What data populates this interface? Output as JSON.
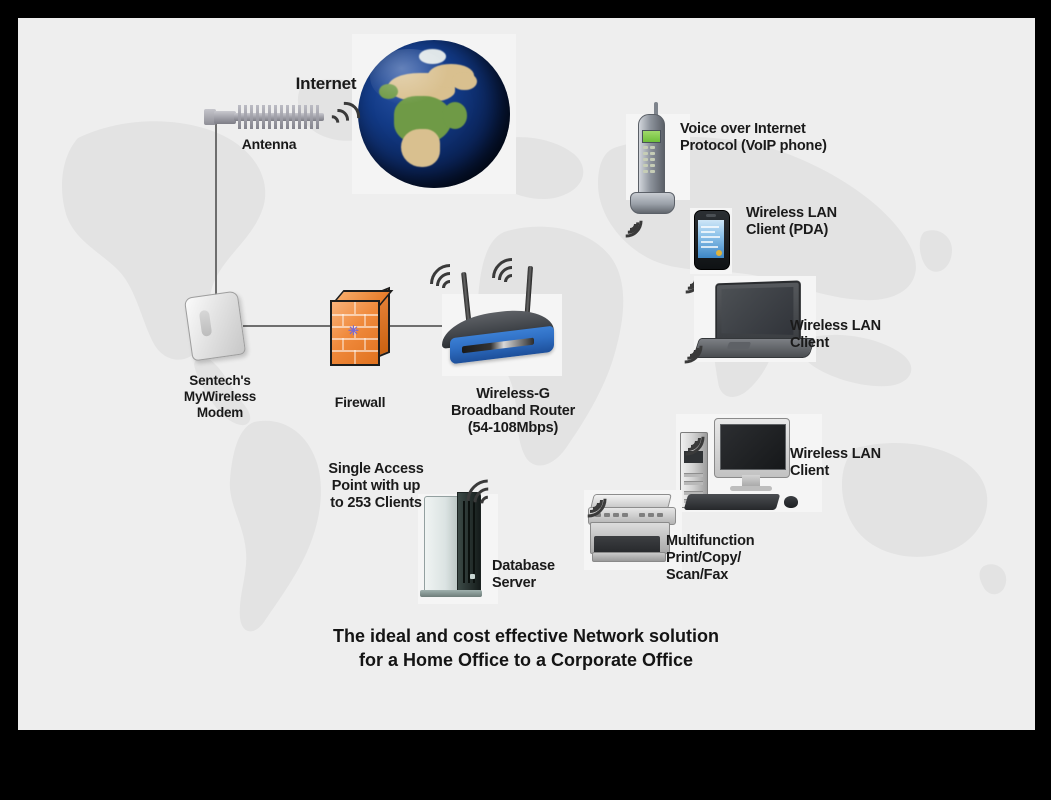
{
  "diagram": {
    "title": "Wireless Network Solution Diagram",
    "background_color": "#eeeeee",
    "border_color": "#000000",
    "caption": "The ideal and cost effective Network solution\nfor a Home Office to a Corporate Office",
    "accent_colors": {
      "firewall_orange": "#ef8a34",
      "router_blue": "#2f6fc4",
      "globe_blue": "#123a86",
      "globe_land_green": "#6f9a46",
      "wire_gray": "#6e6e6e",
      "text_black": "#1a1a1a"
    }
  },
  "labels": {
    "internet": "Internet",
    "antenna": "Antenna",
    "modem": "Sentech's\nMyWireless\nModem",
    "firewall": "Firewall",
    "router": "Wireless-G\nBroadband Router\n(54-108Mbps)",
    "voip": "Voice over Internet\nProtocol (VoIP phone)",
    "pda": "Wireless LAN\nClient (PDA)",
    "laptop": "Wireless LAN\nClient",
    "desktop": "Wireless LAN\nClient",
    "printer": "Multifunction\nPrint/Copy/\nScan/Fax",
    "server": "Database\nServer",
    "access_point": "Single Access\nPoint with up\nto 253 Clients"
  },
  "nodes": [
    {
      "id": "internet",
      "name": "globe",
      "label": "Internet"
    },
    {
      "id": "antenna",
      "name": "antenna",
      "label": "Antenna"
    },
    {
      "id": "modem",
      "name": "wireless-modem",
      "label": "Sentech's MyWireless Modem"
    },
    {
      "id": "firewall",
      "name": "firewall",
      "label": "Firewall"
    },
    {
      "id": "router",
      "name": "wireless-g-router",
      "label": "Wireless-G Broadband Router (54-108Mbps)"
    },
    {
      "id": "voip",
      "name": "voip-phone",
      "label": "Voice over Internet Protocol (VoIP phone)"
    },
    {
      "id": "pda",
      "name": "pda",
      "label": "Wireless LAN Client (PDA)"
    },
    {
      "id": "laptop",
      "name": "laptop",
      "label": "Wireless LAN Client"
    },
    {
      "id": "desktop",
      "name": "desktop-pc",
      "label": "Wireless LAN Client"
    },
    {
      "id": "printer",
      "name": "multifunction-printer",
      "label": "Multifunction Print/Copy/Scan/Fax"
    },
    {
      "id": "server",
      "name": "database-server",
      "label": "Database Server"
    }
  ],
  "notes": {
    "capacity": "Single Access Point with up to 253 Clients",
    "router_speed": "54-108Mbps",
    "max_clients": "253"
  }
}
